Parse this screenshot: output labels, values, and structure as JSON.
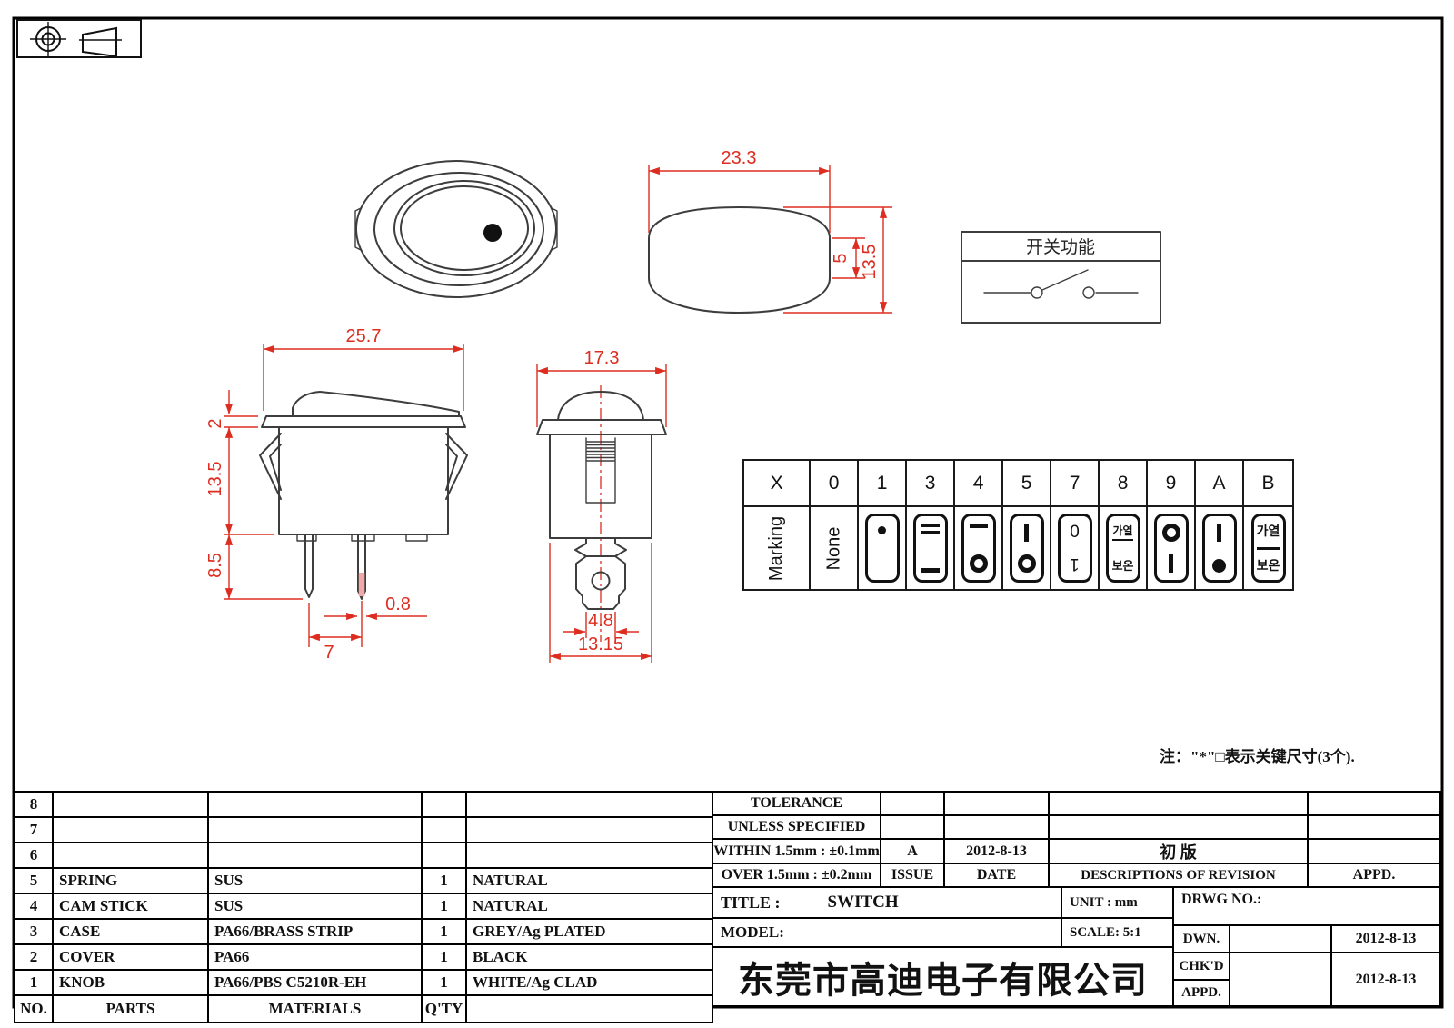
{
  "dims": {
    "oval_width": "23.3",
    "oval_flat": "5",
    "oval_height": "13.5",
    "front_width": "25.7",
    "front_rocker": "2",
    "front_body": "13.5",
    "front_terminal": "8.5",
    "front_pitch": "7",
    "front_thickness": "0.8",
    "side_width": "17.3",
    "side_terminal_width": "4.8",
    "side_body_width": "13.15"
  },
  "function_box": {
    "title": "开关功能"
  },
  "marking_table": {
    "codes": [
      "X",
      "0",
      "1",
      "3",
      "4",
      "5",
      "7",
      "8",
      "9",
      "A",
      "B"
    ],
    "marking_label": "Marking",
    "none_label": "None",
    "digit_zero": "0",
    "digit_one": "1",
    "kr_heat": "가열",
    "kr_warm": "보온"
  },
  "note": {
    "text": "注：\"*\"□表示关键尺寸(3个)."
  },
  "bom": {
    "header": {
      "no": "NO.",
      "parts": "PARTS",
      "materials": "MATERIALS",
      "qty": "Q'TY",
      "color": ""
    },
    "rows": [
      {
        "no": "8",
        "part": "",
        "material": "",
        "qty": "",
        "color": ""
      },
      {
        "no": "7",
        "part": "",
        "material": "",
        "qty": "",
        "color": ""
      },
      {
        "no": "6",
        "part": "",
        "material": "",
        "qty": "",
        "color": ""
      },
      {
        "no": "5",
        "part": "SPRING",
        "material": "SUS",
        "qty": "1",
        "color": "NATURAL"
      },
      {
        "no": "4",
        "part": "CAM STICK",
        "material": "SUS",
        "qty": "1",
        "color": "NATURAL"
      },
      {
        "no": "3",
        "part": "CASE",
        "material": "PA66/BRASS STRIP",
        "qty": "1",
        "color": "GREY/Ag PLATED"
      },
      {
        "no": "2",
        "part": "COVER",
        "material": "PA66",
        "qty": "1",
        "color": "BLACK"
      },
      {
        "no": "1",
        "part": "KNOB",
        "material": "PA66/PBS C5210R-EH",
        "qty": "1",
        "color": "WHITE/Ag CLAD"
      }
    ]
  },
  "tolerance": {
    "title": "TOLERANCE",
    "subtitle": "UNLESS  SPECIFIED",
    "within": "WITHIN 1.5mm : ±0.1mm",
    "over": "OVER 1.5mm : ±0.2mm"
  },
  "revision": {
    "issue_value": "A",
    "date_value": "2012-8-13",
    "description_value": "初 版",
    "issue_label": "ISSUE",
    "date_label": "DATE",
    "description_label": "DESCRIPTIONS OF REVISION",
    "appd_label": "APPD."
  },
  "title_block": {
    "title_label": "TITLE :",
    "title_value": "SWITCH",
    "model_label": "MODEL:",
    "unit_label": "UNIT :  mm",
    "scale_label": "SCALE:  5:1",
    "drwg_label": "DRWG NO.:",
    "dwn_label": "DWN.",
    "dwn_date": "2012-8-13",
    "chkd_label": "CHK'D",
    "chkd_date": "2012-8-13",
    "appd_label": "APPD.",
    "company": "东莞市高迪电子有限公司"
  }
}
